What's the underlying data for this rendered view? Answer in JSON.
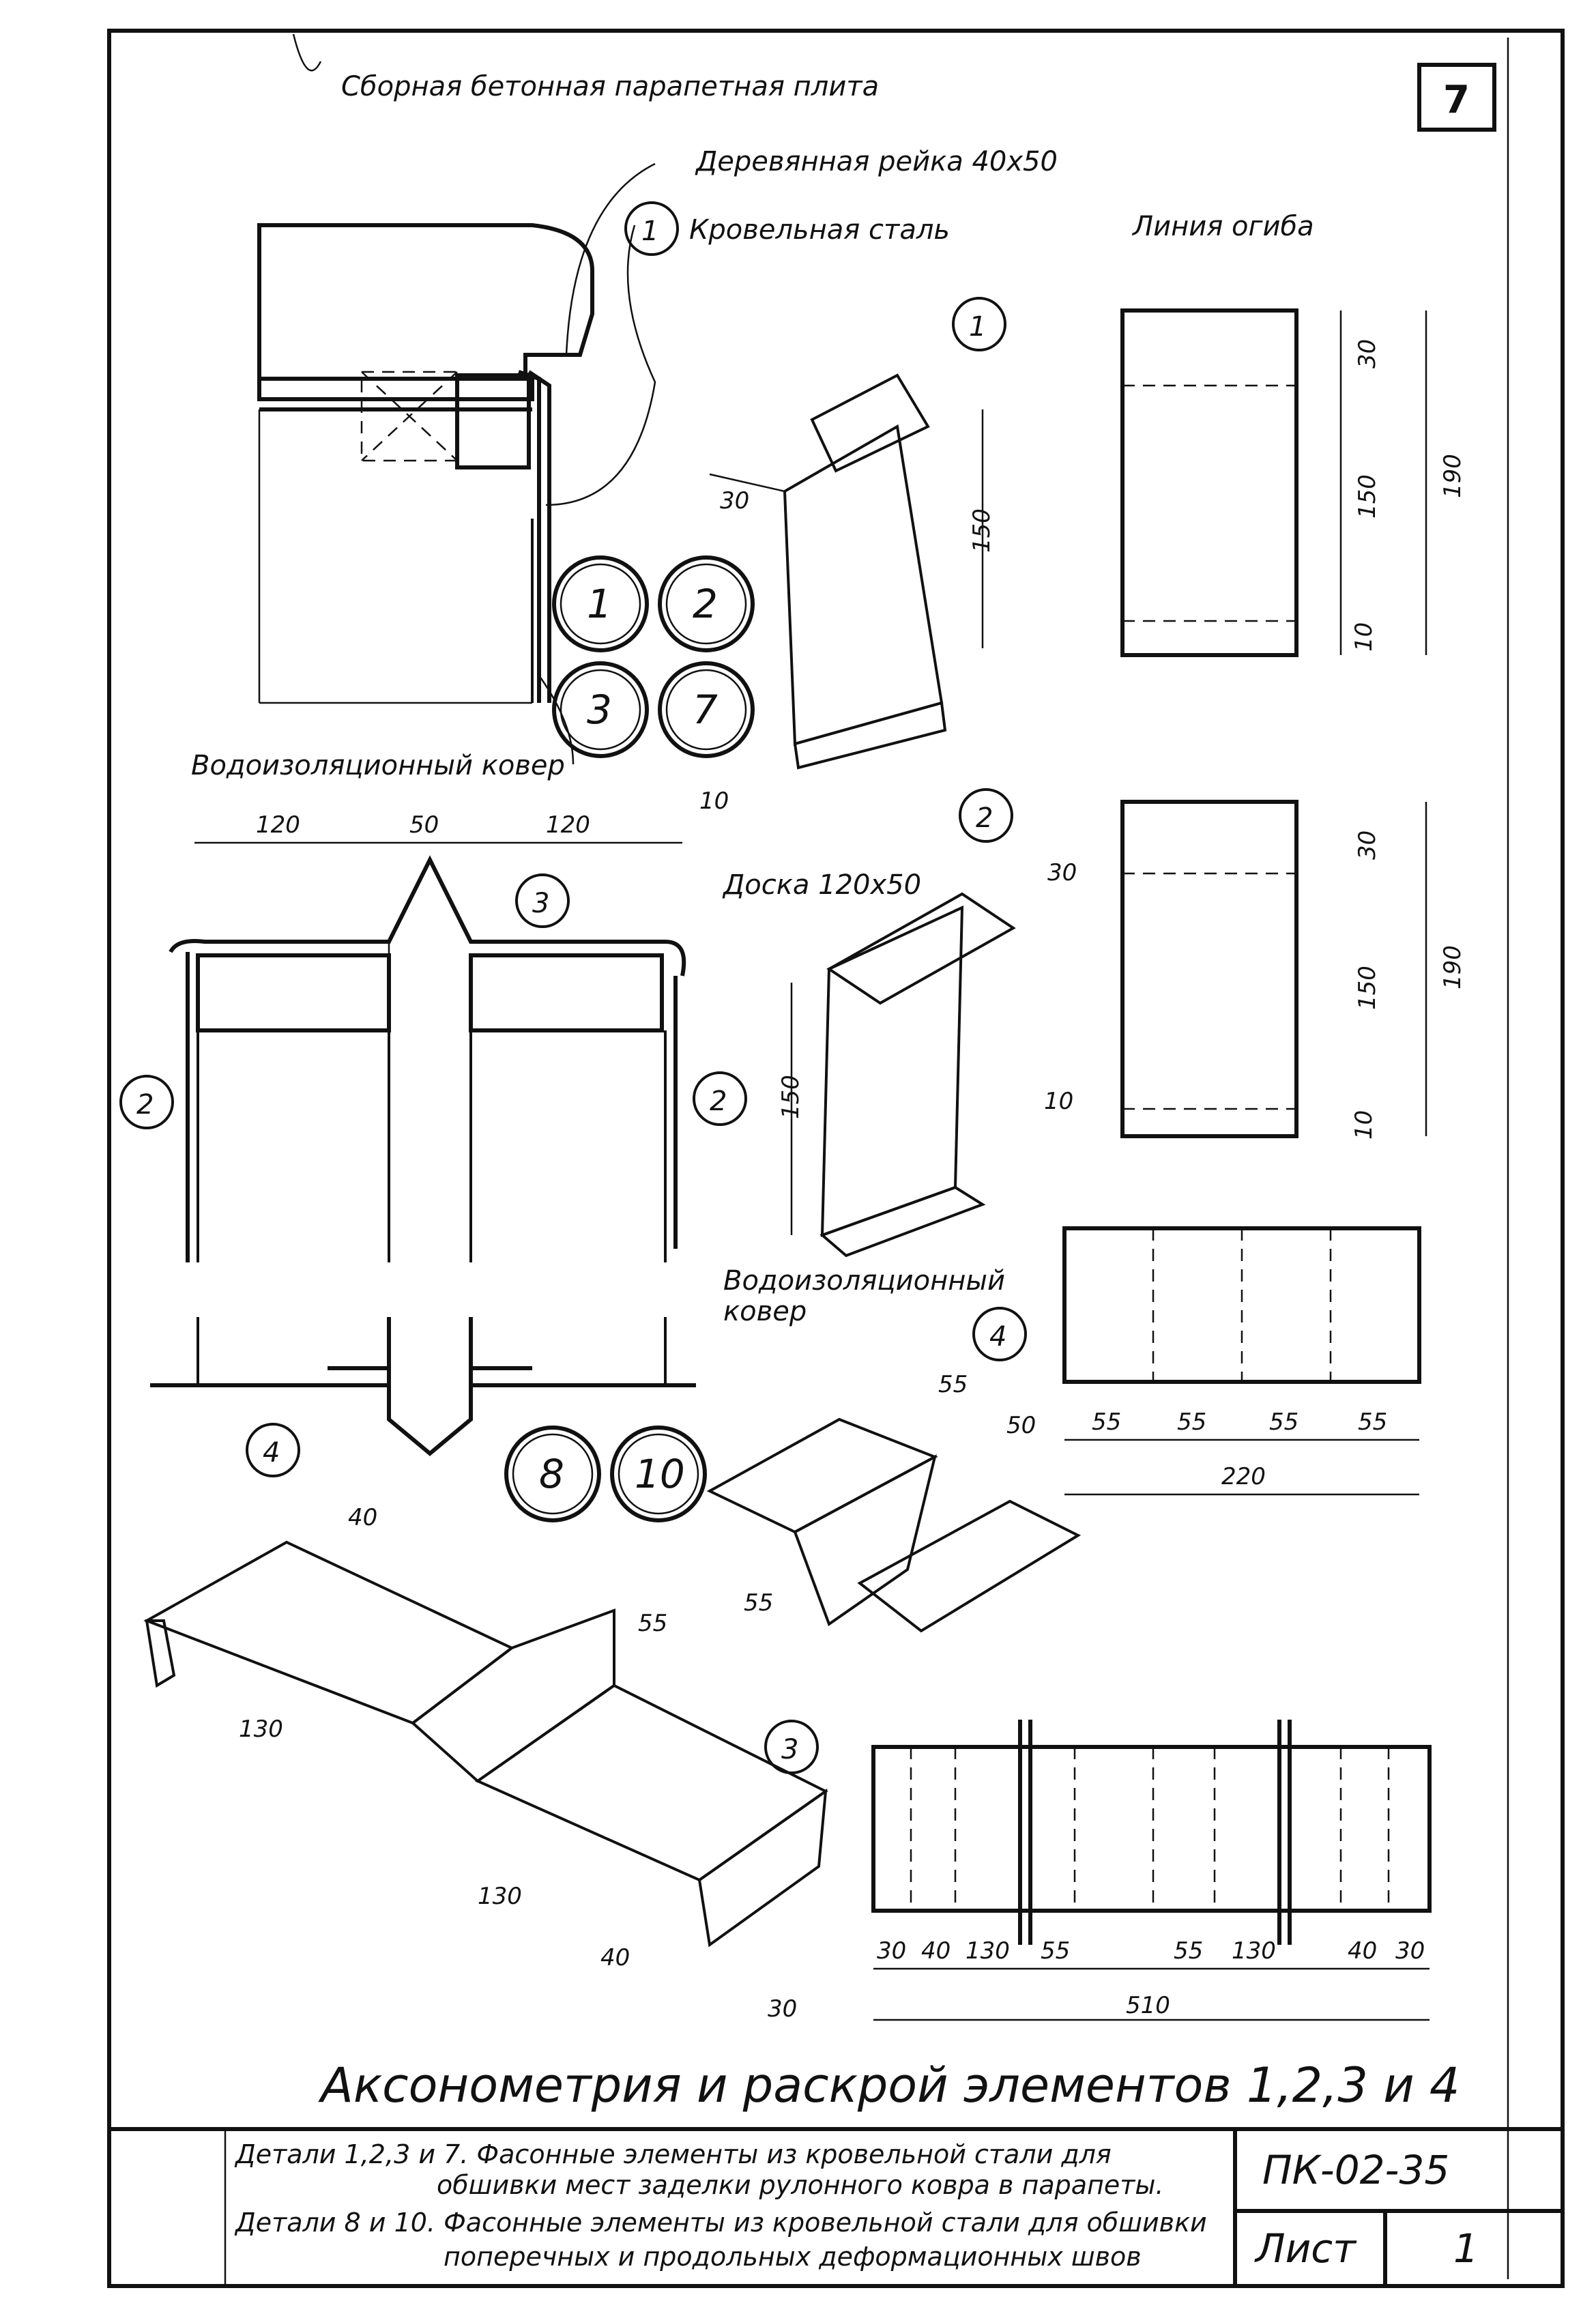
{
  "sheet": {
    "number": "7",
    "code": "ПК-02-35",
    "sheet_label": "Лист",
    "sheet_num": "1"
  },
  "labels": {
    "parapet_slab": "Сборная бетонная парапетная плита",
    "wood_batten": "Деревянная рейка 40х50",
    "roof_steel": "Кровельная сталь",
    "bend_line": "Линия огиба",
    "waterproof_1": "Водоизоляционный ковер",
    "board": "Доска 120х50",
    "waterproof_2a": "Водоизоляционный",
    "waterproof_2b": "ковер"
  },
  "detail_circles": [
    "1",
    "2",
    "3",
    "7",
    "8",
    "10"
  ],
  "callouts": [
    "1",
    "1",
    "2",
    "2",
    "2",
    "3",
    "3",
    "4",
    "4"
  ],
  "dims": {
    "el1": {
      "flange_top": "30",
      "height": "150",
      "flange_bottom": "10"
    },
    "el1_flat": {
      "a": "30",
      "b": "150",
      "c": "10",
      "total": "190"
    },
    "el2": {
      "flange_top": "30",
      "height": "150",
      "flange_bottom": "10"
    },
    "el2_flat": {
      "a": "30",
      "b": "150",
      "c": "10",
      "total": "190"
    },
    "section_top": {
      "a": "120",
      "b": "50",
      "c": "120"
    },
    "el4": {
      "a": "55",
      "b": "50",
      "c": "55"
    },
    "el4_flat": {
      "a": "55",
      "b": "55",
      "c": "55",
      "d": "55",
      "total": "220"
    },
    "el3": {
      "a": "40",
      "b": "55",
      "c": "130",
      "d": "130",
      "e": "40",
      "f": "30"
    },
    "el3_flat": {
      "segments": [
        "30",
        "40",
        "130",
        "55",
        "55",
        "130",
        "40",
        "30"
      ],
      "total": "510"
    }
  },
  "caption": "Аксонометрия и раскрой элементов 1,2,3 и 4",
  "title_block": {
    "line1": "Детали 1,2,3 и 7. Фасонные элементы из кровельной стали для",
    "line2": "обшивки мест заделки рулонного ковра в парапеты.",
    "line3": "Детали 8 и 10. Фасонные элементы из кровельной стали для обшивки",
    "line4": "поперечных и продольных деформационных швов"
  }
}
